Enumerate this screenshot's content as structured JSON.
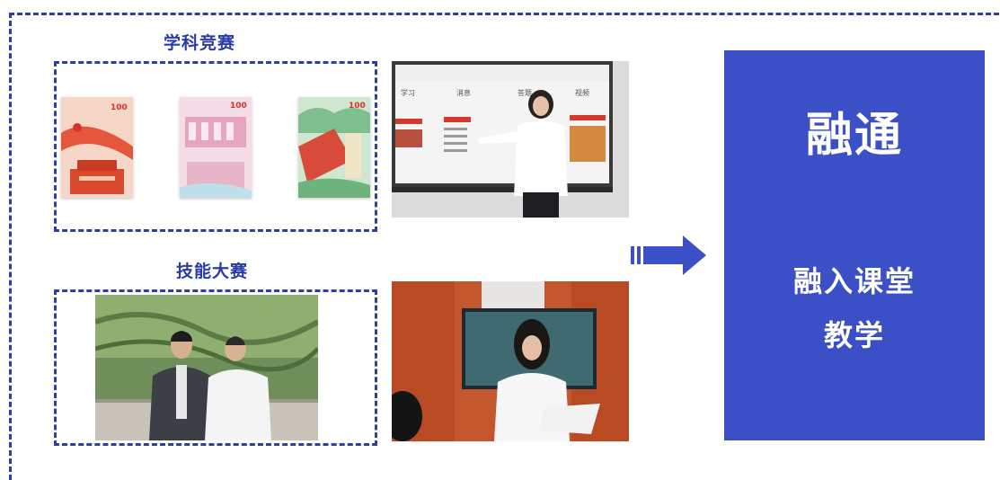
{
  "sections": {
    "competition_title": "学科竞赛",
    "skills_title": "技能大赛"
  },
  "panel": {
    "title": "融通",
    "line1": "融入课堂",
    "line2": "教学"
  },
  "screen_tabs": [
    "学习",
    "消息",
    "答题",
    "视频"
  ],
  "poster_badge": "100",
  "colors": {
    "accent_blue": "#3b4fc6",
    "frame_blue": "#2f3f9e",
    "title_blue": "#2a3ca8"
  },
  "icons": [
    "right-arrow-icon"
  ]
}
